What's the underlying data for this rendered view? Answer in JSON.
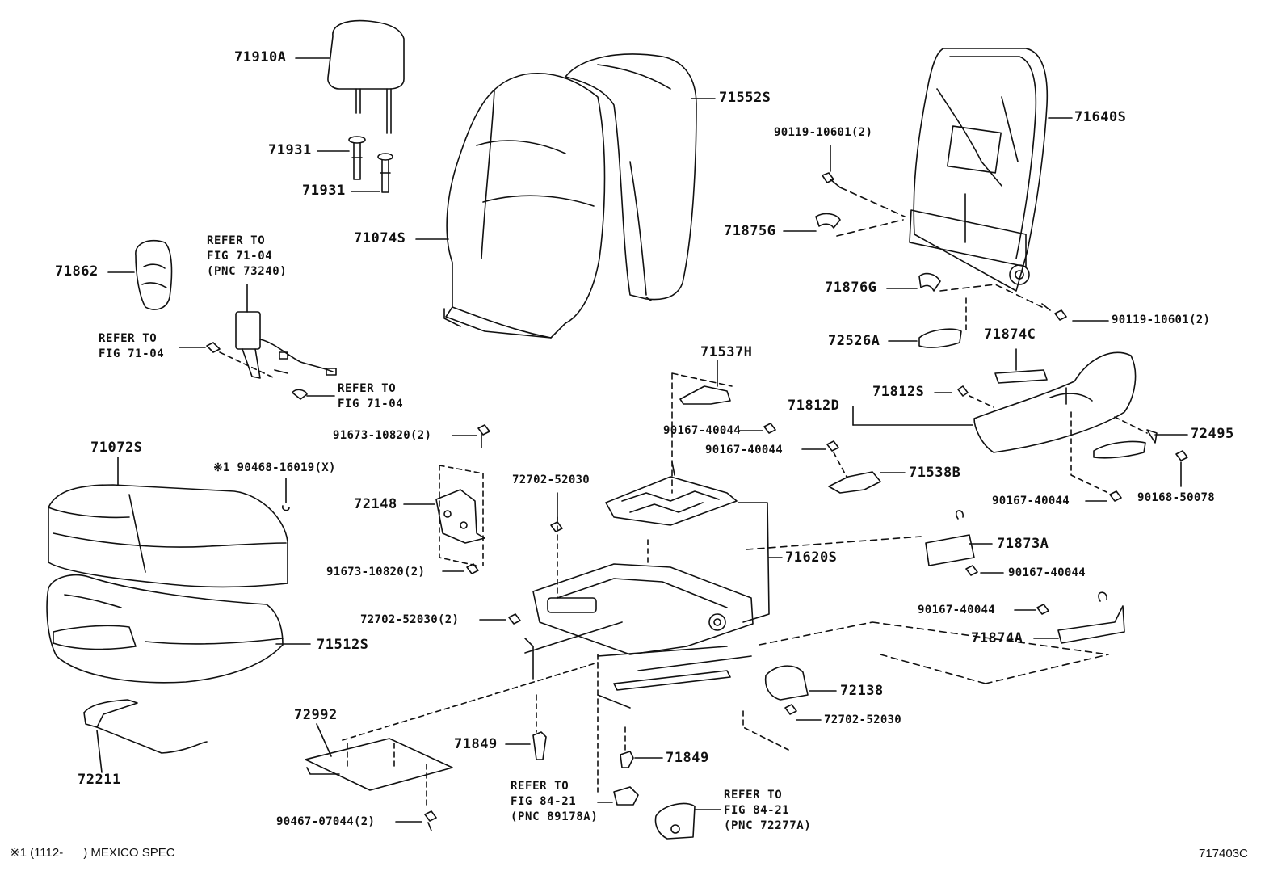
{
  "parts": {
    "p71910A": "71910A",
    "p71552S": "71552S",
    "p71640S": "71640S",
    "p90119_top": "90119-10601(2)",
    "p71931a": "71931",
    "p71931b": "71931",
    "p71074S": "71074S",
    "p71875G": "71875G",
    "p71862": "71862",
    "p71876G": "71876G",
    "p90119_right": "90119-10601(2)",
    "p72526A": "72526A",
    "p71874C": "71874C",
    "p71537H": "71537H",
    "p71812S": "71812S",
    "p71812D": "71812D",
    "p72495": "72495",
    "p90167_a": "90167-40044",
    "p90167_b": "90167-40044",
    "p71538B": "71538B",
    "p91673_top": "91673-10820(2)",
    "p71072S": "71072S",
    "p90468": "※1 90468-16019(X)",
    "p72702_top": "72702-52030",
    "p90167_c": "90167-40044",
    "p90168": "90168-50078",
    "p72148": "72148",
    "p71620S": "71620S",
    "p71873A": "71873A",
    "p91673_bot": "91673-10820(2)",
    "p90167_d": "90167-40044",
    "p90167_e": "90167-40044",
    "p72702_mid": "72702-52030(2)",
    "p71512S": "71512S",
    "p71874A": "71874A",
    "p72138": "72138",
    "p72992": "72992",
    "p72702_bot": "72702-52030",
    "p71849a": "71849",
    "p71849b": "71849",
    "p72211": "72211",
    "p90467": "90467-07044(2)"
  },
  "refs": {
    "seatbelt": [
      "REFER TO",
      "FIG 71-04",
      "(PNC 73240)"
    ],
    "left_bolt": [
      "REFER TO",
      "FIG 71-04"
    ],
    "clip": [
      "REFER TO",
      "FIG 71-04"
    ],
    "sensor": [
      "REFER TO",
      "FIG 84-21",
      "(PNC 89178A)"
    ],
    "cover": [
      "REFER TO",
      "FIG 84-21",
      "(PNC 72277A)"
    ]
  },
  "footnote": "※1 (1112-      ) MEXICO SPEC",
  "illustration_id": "717403C"
}
